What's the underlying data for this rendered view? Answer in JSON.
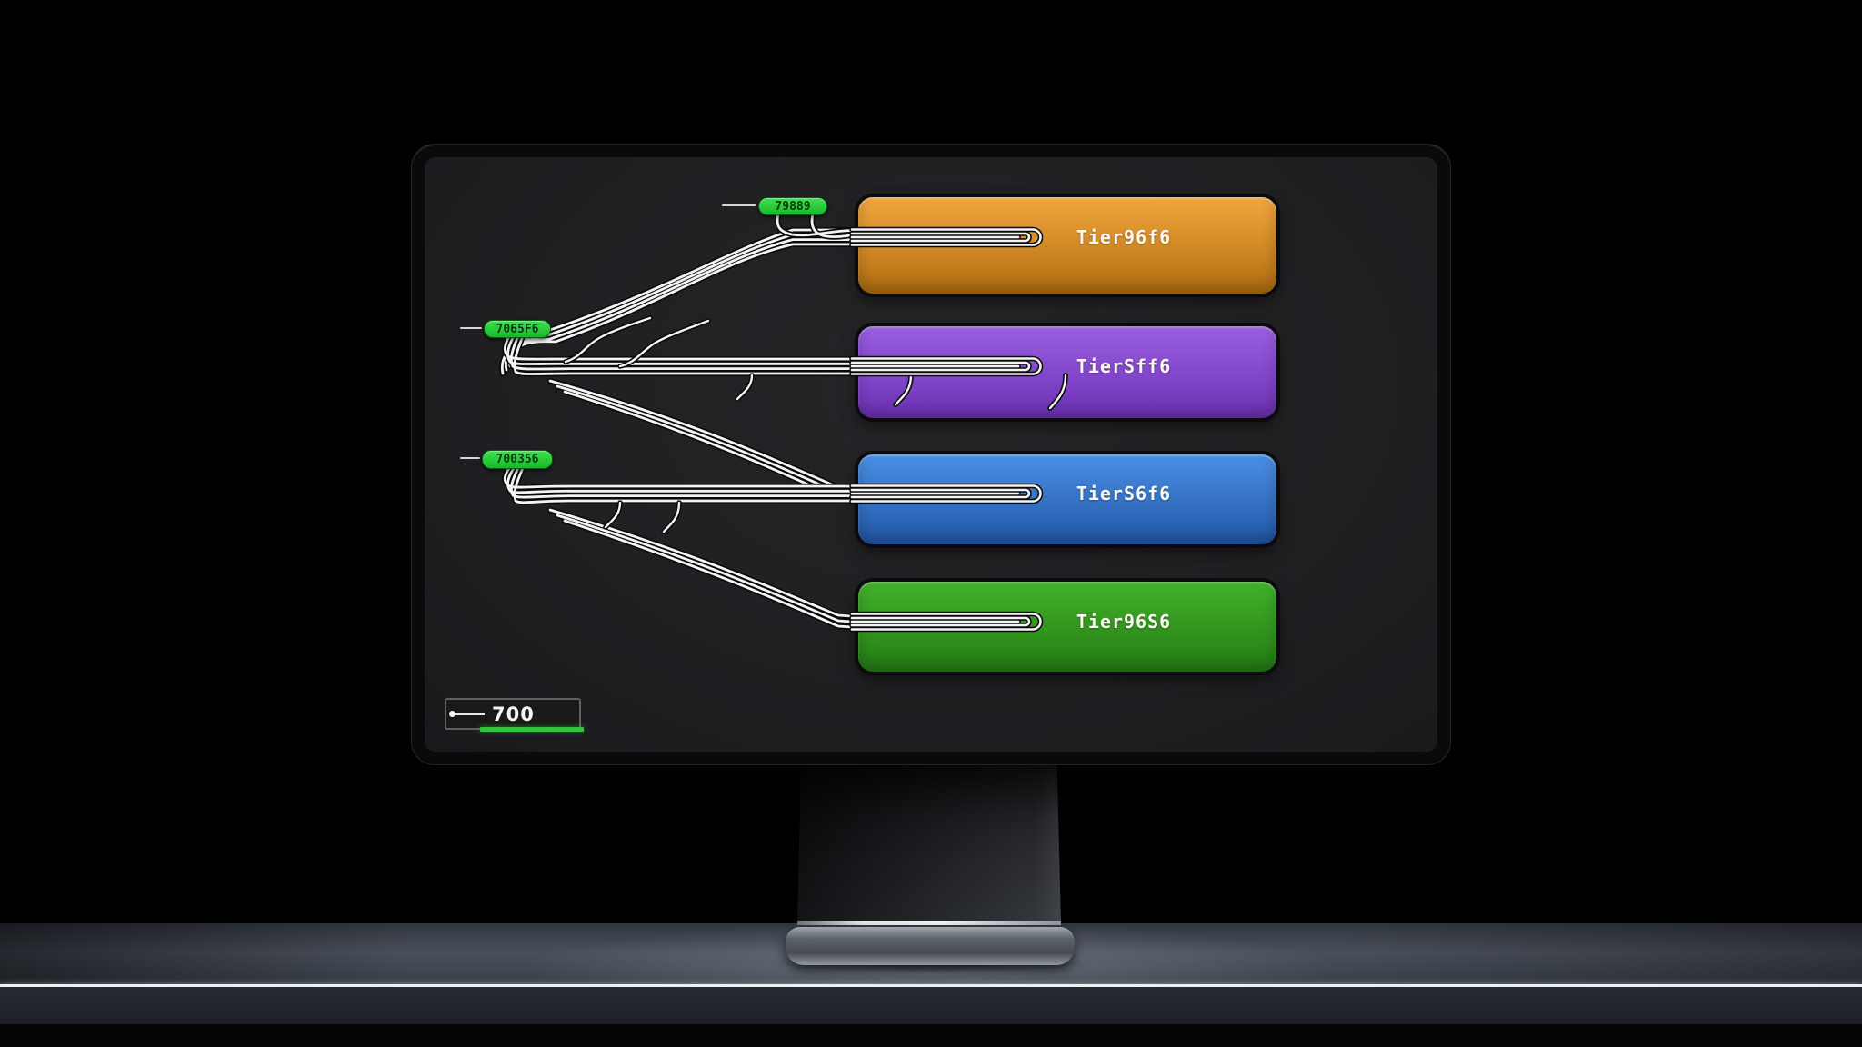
{
  "screen": {
    "nodes": [
      {
        "label": "79889"
      },
      {
        "label": "7065F6"
      },
      {
        "label": "700356"
      }
    ],
    "tiers": [
      {
        "label": "Tier96f6",
        "top": "#f3a63e",
        "bottom": "#b06e10"
      },
      {
        "label": "TierSff6",
        "top": "#9b5fe2",
        "bottom": "#6d31b5"
      },
      {
        "label": "TierS6f6",
        "top": "#4b8fe4",
        "bottom": "#2257a8"
      },
      {
        "label": "Tier96S6",
        "top": "#41b22a",
        "bottom": "#257c14"
      }
    ],
    "input": {
      "value": "700",
      "underline_color": "#2fc43c"
    },
    "node_color_top": "#3fe24e",
    "node_color_bottom": "#17b82b",
    "wire_color": "#f4f4f4",
    "wire_outline": "#0b0b0b"
  }
}
